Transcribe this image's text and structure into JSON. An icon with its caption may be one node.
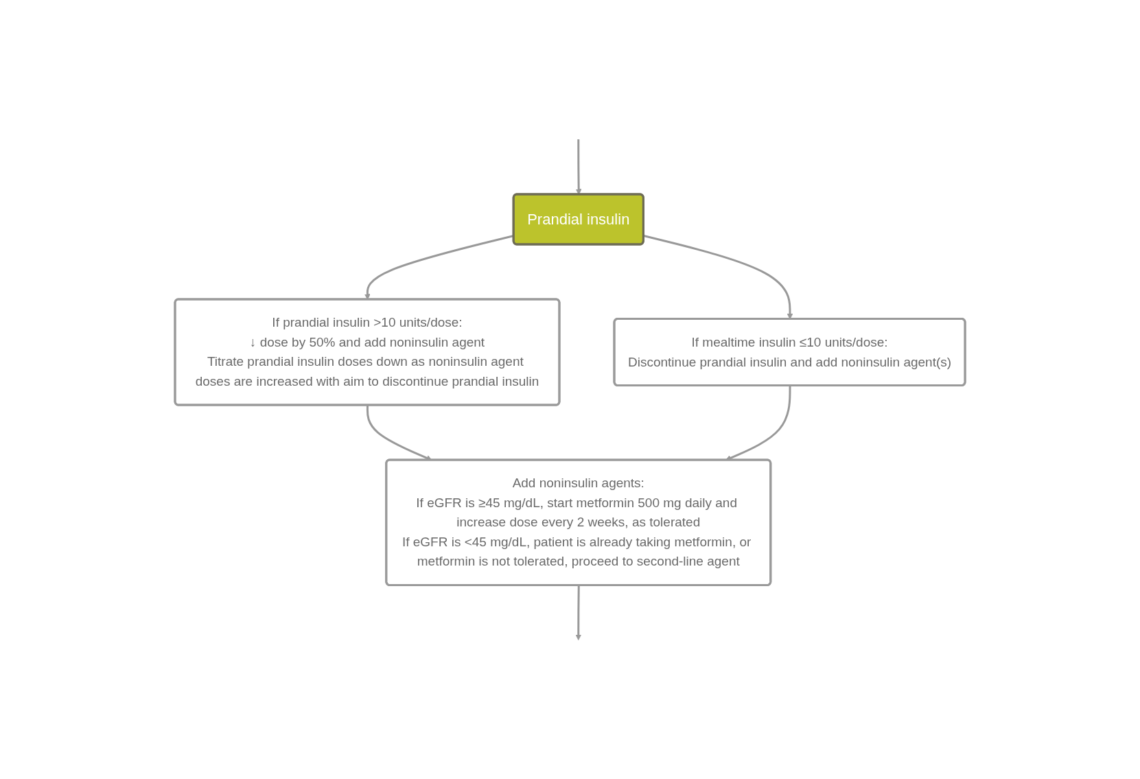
{
  "diagram": {
    "nodes": [
      {
        "text": [
          "Prandial insulin"
        ]
      },
      {
        "text": [
          "If prandial insulin >10 units/dose:",
          "↓ dose by 50% and add noninsulin agent",
          "Titrate prandial insulin doses down as noninsulin agent doses are increased with aim to discontinue prandial insulin"
        ]
      },
      {
        "text": [
          "If mealtime insulin ≤10 units/dose:",
          "Discontinue prandial insulin and add noninsulin agent(s)"
        ]
      },
      {
        "text": [
          "Add noninsulin agents:",
          "If eGFR is ≥45 mg/dL, start metformin 500 mg daily and increase dose every 2 weeks, as tolerated",
          "If eGFR is <45 mg/dL, patient is already taking metformin, or metformin is not tolerated, proceed to second-line agent"
        ]
      }
    ],
    "edges": [
      {
        "from": null,
        "to": 0,
        "arrow": "to"
      },
      {
        "from": 0,
        "to": 1,
        "arrow": "to"
      },
      {
        "from": 0,
        "to": 2,
        "arrow": "to"
      },
      {
        "from": 1,
        "to": 3,
        "arrow": "to"
      },
      {
        "from": 2,
        "to": 3,
        "arrow": "to"
      },
      {
        "from": 3,
        "to": null,
        "arrow": "to"
      }
    ]
  }
}
